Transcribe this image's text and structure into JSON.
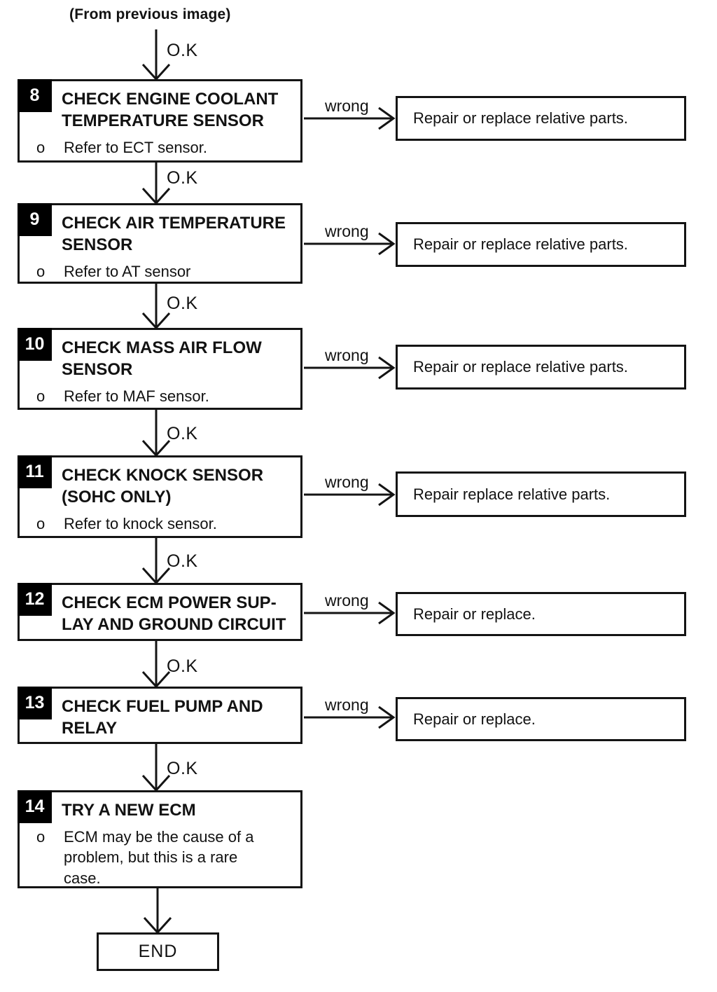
{
  "header": {
    "from_label": "(From previous image)"
  },
  "labels": {
    "ok": "O.K",
    "wrong": "wrong",
    "bullet_marker": "o"
  },
  "steps": [
    {
      "number": "8",
      "title": "CHECK ENGINE COOLANT\nTEMPERATURE SENSOR",
      "note": "Refer to ECT sensor.",
      "action": "Repair or replace relative parts."
    },
    {
      "number": "9",
      "title": "CHECK AIR TEMPERATURE\nSENSOR",
      "note": "Refer to AT sensor",
      "action": "Repair or replace relative parts."
    },
    {
      "number": "10",
      "title": "CHECK MASS AIR FLOW\nSENSOR",
      "note": "Refer to MAF sensor.",
      "action": "Repair or replace relative parts."
    },
    {
      "number": "11",
      "title": "CHECK KNOCK SENSOR\n(SOHC ONLY)",
      "note": "Refer to knock sensor.",
      "action": "Repair replace relative parts."
    },
    {
      "number": "12",
      "title": "CHECK ECM POWER SUP-\nLAY AND GROUND CIRCUIT",
      "action": "Repair or replace."
    },
    {
      "number": "13",
      "title": "CHECK FUEL PUMP AND\nRELAY",
      "action": "Repair or replace."
    },
    {
      "number": "14",
      "title": "TRY A NEW ECM",
      "note": "ECM may be the cause of a\nproblem, but this is a rare\ncase."
    }
  ],
  "terminal": {
    "label": "END"
  },
  "colors": {
    "ink": "#141414",
    "paper": "#ffffff",
    "step_tab_bg": "#000000",
    "step_tab_fg": "#ffffff"
  }
}
